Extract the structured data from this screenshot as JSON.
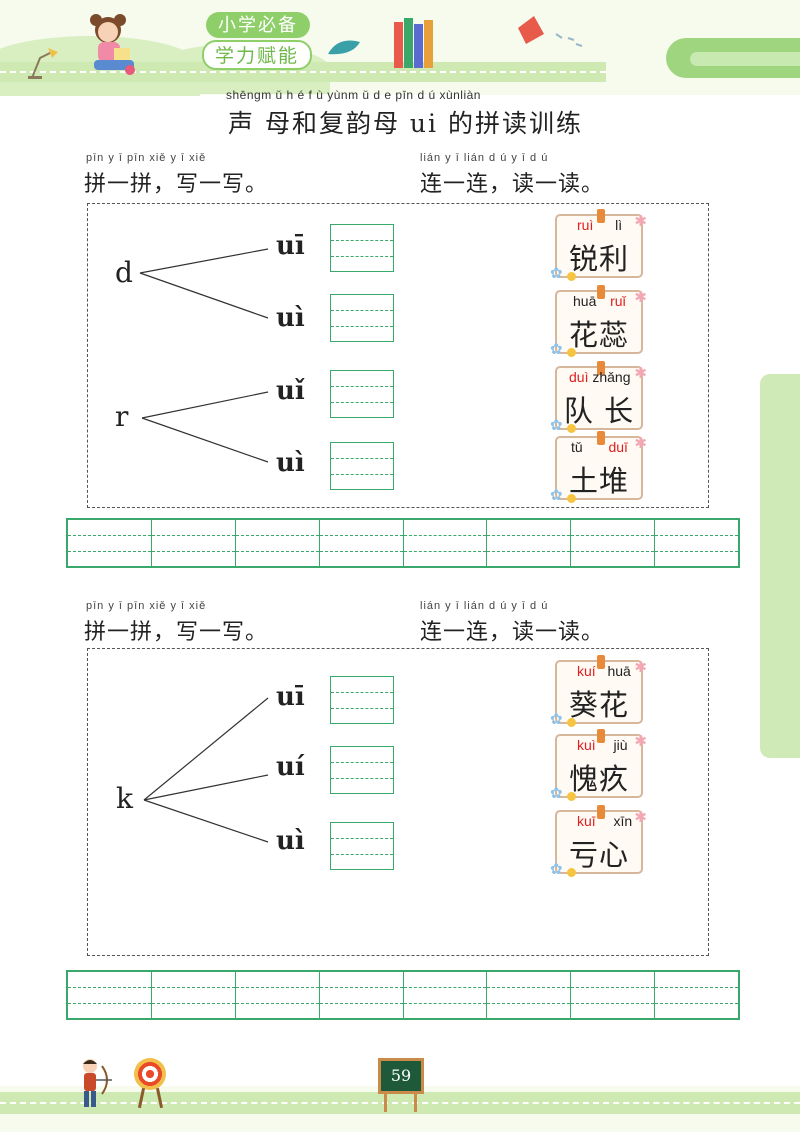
{
  "header": {
    "badge_top": "小学必备",
    "badge_bottom": "学力赋能"
  },
  "title": {
    "pinyin": "shēngm ǔ h é f ù yùnm ǔ       d e pīn d ú xùnliàn",
    "text": "声 母和复韵母 ui 的拼读训练"
  },
  "sections": [
    {
      "left_instr_pinyin": "pīn y ī pīn    xiě y ī xiě",
      "left_instr": "拼一拼，写一写。",
      "right_instr_pinyin": "lián y ī lián    d ú y ī d ú",
      "right_instr": "连一连，读一读。",
      "initials": [
        "d",
        "r"
      ],
      "finals": [
        "uī",
        "uì",
        "uǐ",
        "uì"
      ],
      "cards": [
        {
          "py": [
            {
              "t": "ruì",
              "c": "red"
            },
            {
              "t": "lì",
              "c": "blk"
            }
          ],
          "hz": "锐利"
        },
        {
          "py": [
            {
              "t": "huā",
              "c": "blk"
            },
            {
              "t": "ruǐ",
              "c": "red"
            }
          ],
          "hz": "花蕊"
        },
        {
          "py": [
            {
              "t": "duì",
              "c": "red"
            },
            {
              "t": "zhǎng",
              "c": "blk"
            }
          ],
          "hz": "队 长"
        },
        {
          "py": [
            {
              "t": "tǔ",
              "c": "blk"
            },
            {
              "t": "duī",
              "c": "red"
            }
          ],
          "hz": "土堆"
        }
      ]
    },
    {
      "left_instr_pinyin": "pīn y ī pīn    xiě y ī xiě",
      "left_instr": "拼一拼，写一写。",
      "right_instr_pinyin": "lián y ī lián    d ú y ī d ú",
      "right_instr": "连一连，读一读。",
      "initials": [
        "k"
      ],
      "finals": [
        "uī",
        "uí",
        "uì"
      ],
      "cards": [
        {
          "py": [
            {
              "t": "kuí",
              "c": "red"
            },
            {
              "t": "huā",
              "c": "blk"
            }
          ],
          "hz": "葵花"
        },
        {
          "py": [
            {
              "t": "kuì",
              "c": "red"
            },
            {
              "t": "jiù",
              "c": "blk"
            }
          ],
          "hz": "愧疚"
        },
        {
          "py": [
            {
              "t": "kuī",
              "c": "red"
            },
            {
              "t": "xīn",
              "c": "blk"
            }
          ],
          "hz": "亏心"
        }
      ]
    }
  ],
  "footer": {
    "page_number": "59"
  },
  "colors": {
    "green": "#3aa86a",
    "light_green": "#cfe9b2",
    "red_pinyin": "#e02020"
  }
}
